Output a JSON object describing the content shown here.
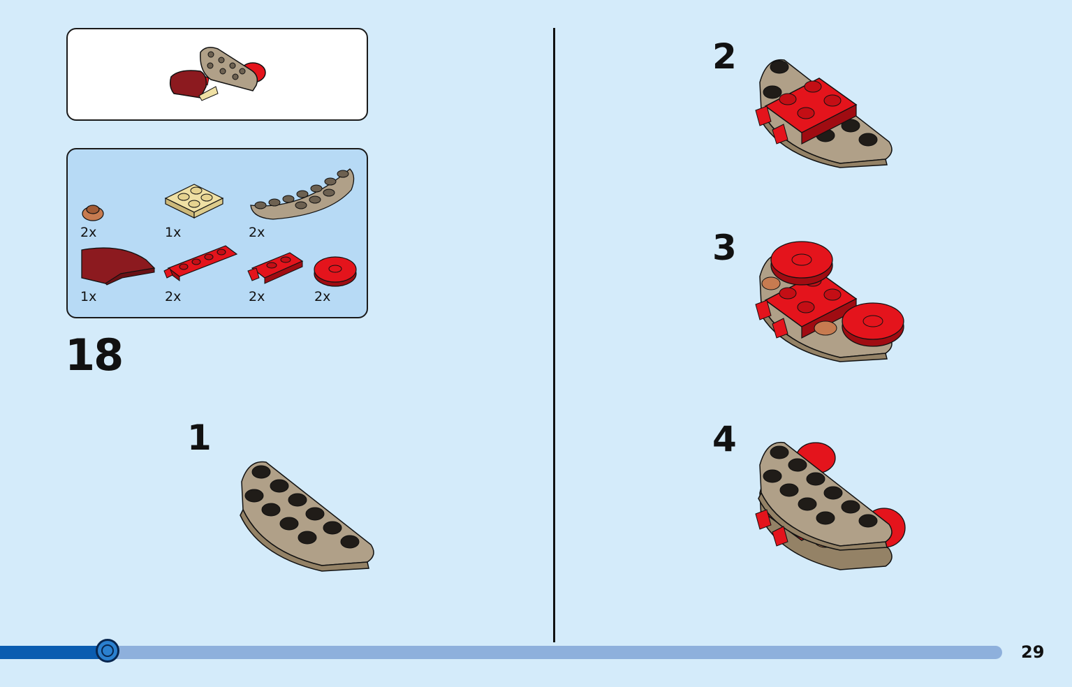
{
  "instruction": {
    "main_step": "18",
    "sub_steps": [
      "1",
      "2",
      "3",
      "4"
    ],
    "parts": [
      {
        "quantity": "2x",
        "part": "round-plate-1x1-brown-icon"
      },
      {
        "quantity": "1x",
        "part": "plate-2x2-tan-icon"
      },
      {
        "quantity": "2x",
        "part": "half-round-plate-dark-tan-icon"
      },
      {
        "quantity": "1x",
        "part": "curved-slope-dark-red-icon"
      },
      {
        "quantity": "2x",
        "part": "clip-plate-1x4-red-icon"
      },
      {
        "quantity": "2x",
        "part": "clip-plate-1x2-red-icon"
      },
      {
        "quantity": "2x",
        "part": "round-tile-2x2-red-icon"
      }
    ]
  },
  "progress": {
    "fraction": 0.107
  },
  "page_number": "29",
  "colors": {
    "background": "#d4ebfa",
    "parts_panel": "#b7daf5",
    "dark_tan": "#b0a088",
    "red": "#e4141c",
    "dark_red": "#8c1a1f",
    "brown": "#c77b50",
    "tan": "#efe0a4",
    "progress_fill": "#0a5cb0",
    "progress_track": "#8eb0dc"
  }
}
